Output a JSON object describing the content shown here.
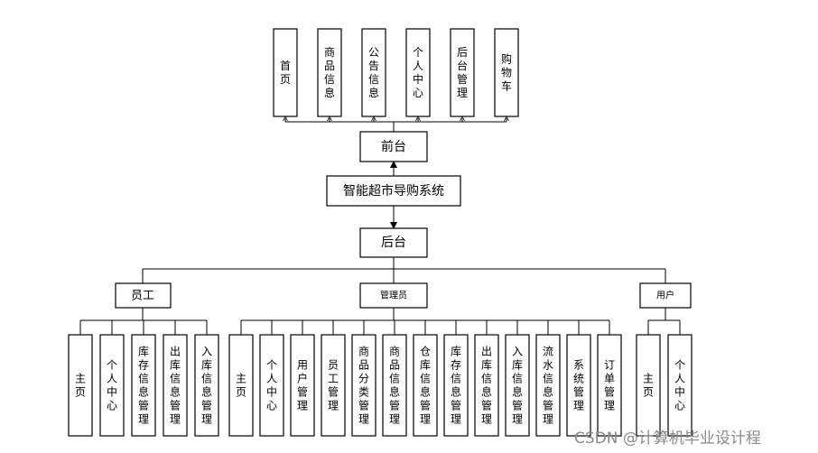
{
  "root": {
    "label": "智能超市导购系统"
  },
  "frontend": {
    "label": "前台",
    "children": [
      "首页",
      "商品信息",
      "公告信息",
      "个人中心",
      "后台管理",
      "购物车"
    ]
  },
  "backend": {
    "label": "后台",
    "roles": [
      {
        "label": "员工",
        "children": [
          "主页",
          "个人中心",
          "库存信息管理",
          "出库信息管理",
          "入库信息管理"
        ]
      },
      {
        "label": "管理员",
        "children": [
          "主页",
          "个人中心",
          "用户管理",
          "员工管理",
          "商品分类管理",
          "商品信息管理",
          "仓库信息管理",
          "库存信息管理",
          "出库信息管理",
          "入库信息管理",
          "流水信息管理",
          "系统管理",
          "订单管理"
        ]
      },
      {
        "label": "用户",
        "children": [
          "主页",
          "个人中心"
        ]
      }
    ]
  },
  "watermark": "CSDN @计算机毕业设计程"
}
